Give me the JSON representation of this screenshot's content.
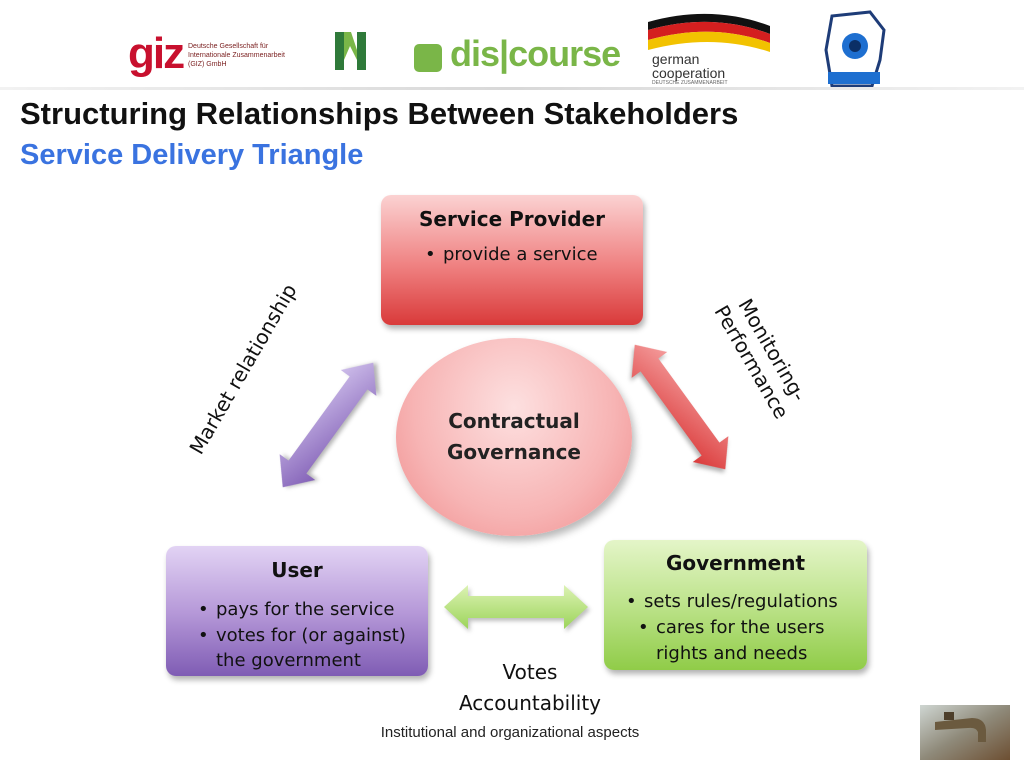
{
  "logos": {
    "giz_word": "giz",
    "giz_subtitle": "Deutsche Gesellschaft für Internationale Zusammenarbeit (GIZ) GmbH",
    "discourse": "dis|course",
    "german_cooperation": "german cooperation",
    "german_cooperation_sub": "DEUTSCHE ZUSAMMENARBEIT"
  },
  "title": "Structuring Relationships Between Stakeholders",
  "subtitle": "Service Delivery Triangle",
  "diagram": {
    "provider": {
      "title": "Service Provider",
      "items": [
        "provide a service"
      ]
    },
    "user": {
      "title": "User",
      "items": [
        "pays for the service",
        "votes for (or against) the government"
      ]
    },
    "government": {
      "title": "Government",
      "items": [
        "sets rules/regulations",
        "cares for the users rights and needs"
      ]
    },
    "center": {
      "line1": "Contractual",
      "line2": "Governance"
    },
    "market_label": "Market relationship",
    "monitoring_label_1": "Monitoring-",
    "monitoring_label_2": "Performance",
    "votes_label_1": "Votes",
    "votes_label_2": "Accountability"
  },
  "footer": "Institutional and organizational aspects",
  "colors": {
    "title": "#111111",
    "subtitle": "#3a73e0",
    "provider": "#e45858",
    "user": "#9b7cc9",
    "government": "#a7d76a",
    "center": "#f7b4b4"
  }
}
